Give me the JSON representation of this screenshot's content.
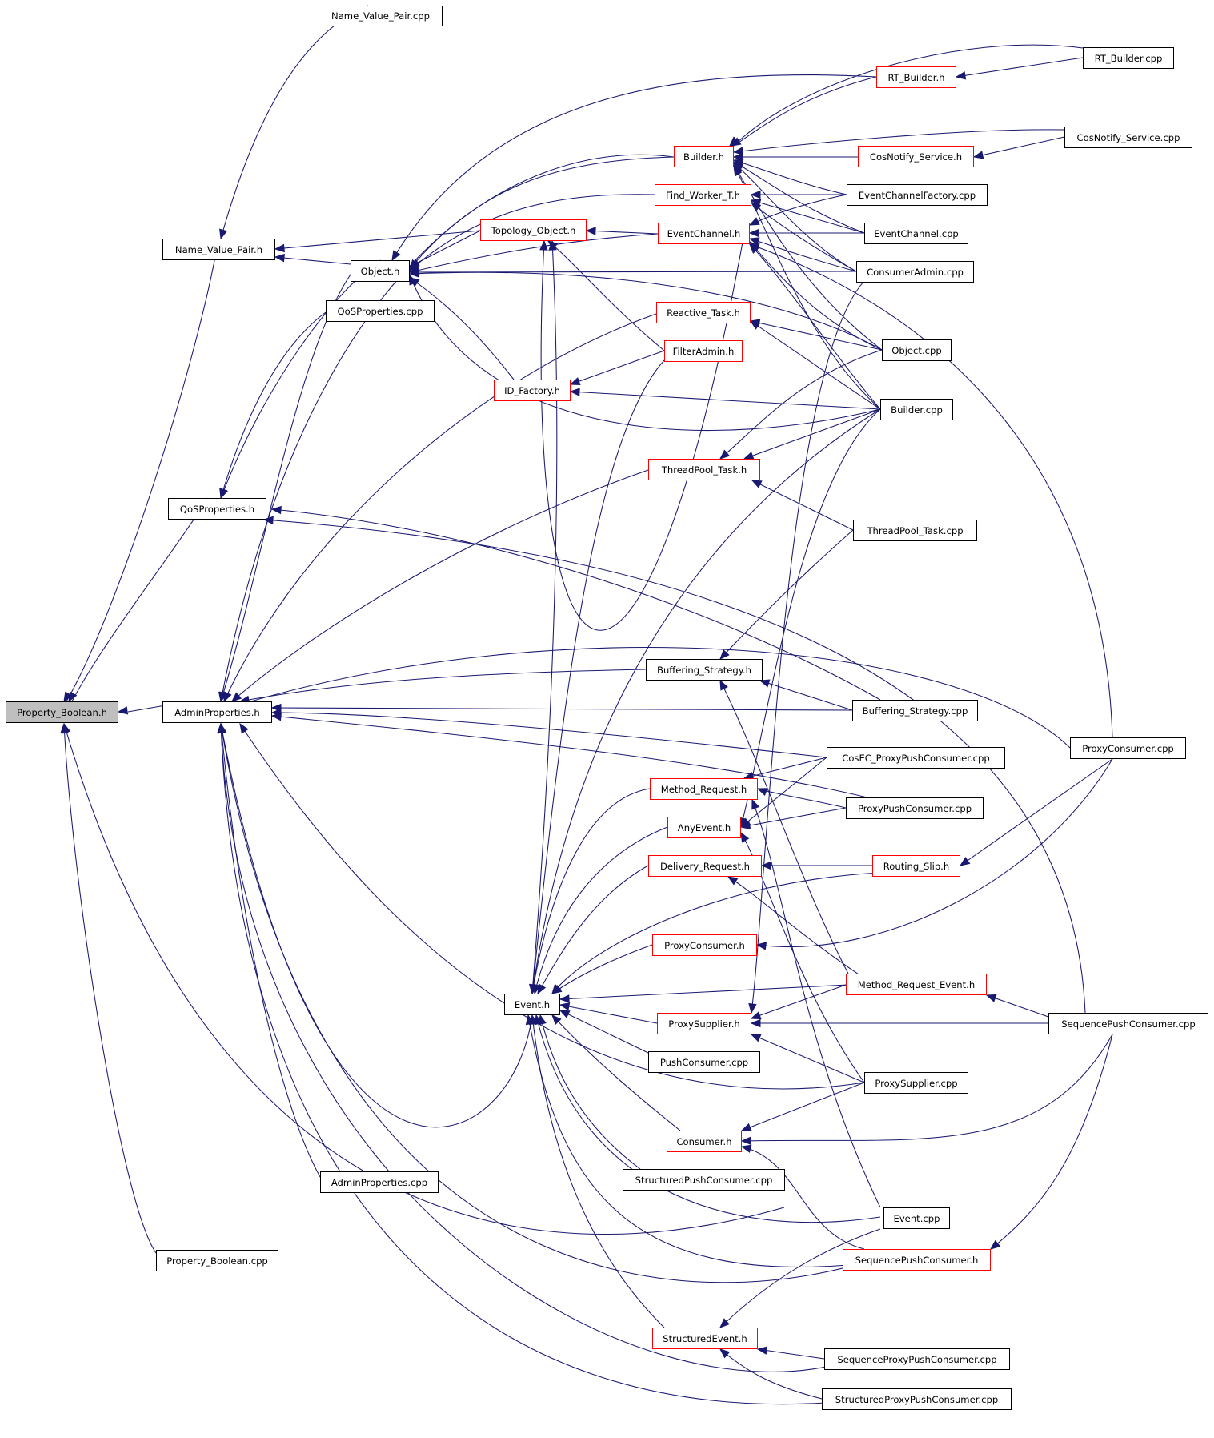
{
  "nodes": {
    "property_boolean_h": "Property_Boolean.h",
    "adminproperties_h": "AdminProperties.h",
    "qosproperties_h": "QoSProperties.h",
    "name_value_pair_h": "Name_Value_Pair.h",
    "name_value_pair_cpp": "Name_Value_Pair.cpp",
    "object_h": "Object.h",
    "qosproperties_cpp": "QoSProperties.cpp",
    "topology_object_h": "Topology_Object.h",
    "id_factory_h": "ID_Factory.h",
    "event_h": "Event.h",
    "adminproperties_cpp": "AdminProperties.cpp",
    "property_boolean_cpp": "Property_Boolean.cpp",
    "rt_builder_h": "RT_Builder.h",
    "builder_h": "Builder.h",
    "cosnotify_service_h": "CosNotify_Service.h",
    "find_worker_t_h": "Find_Worker_T.h",
    "eventchannel_h": "EventChannel.h",
    "reactive_task_h": "Reactive_Task.h",
    "filteradmin_h": "FilterAdmin.h",
    "threadpool_task_h": "ThreadPool_Task.h",
    "buffering_strategy_h": "Buffering_Strategy.h",
    "method_request_h": "Method_Request.h",
    "anyevent_h": "AnyEvent.h",
    "delivery_request_h": "Delivery_Request.h",
    "proxyconsumer_h": "ProxyConsumer.h",
    "proxysupplier_h": "ProxySupplier.h",
    "pushconsumer_cpp": "PushConsumer.cpp",
    "consumer_h": "Consumer.h",
    "structuredpushconsumer_cpp": "StructuredPushConsumer.cpp",
    "structuredevent_h": "StructuredEvent.h",
    "rt_builder_cpp": "RT_Builder.cpp",
    "cosnotify_service_cpp": "CosNotify_Service.cpp",
    "eventchannelfactory_cpp": "EventChannelFactory.cpp",
    "eventchannel_cpp": "EventChannel.cpp",
    "consumeradmin_cpp": "ConsumerAdmin.cpp",
    "object_cpp": "Object.cpp",
    "builder_cpp": "Builder.cpp",
    "threadpool_task_cpp": "ThreadPool_Task.cpp",
    "buffering_strategy_cpp": "Buffering_Strategy.cpp",
    "cosec_proxypushconsumer_cpp": "CosEC_ProxyPushConsumer.cpp",
    "proxypushconsumer_cpp": "ProxyPushConsumer.cpp",
    "routing_slip_h": "Routing_Slip.h",
    "method_request_event_h": "Method_Request_Event.h",
    "proxysupplier_cpp": "ProxySupplier.cpp",
    "event_cpp": "Event.cpp",
    "sequencepushconsumer_h": "SequencePushConsumer.h",
    "sequenceproxypushconsumer_cpp": "SequenceProxyPushConsumer.cpp",
    "structuredproxypushconsumer_cpp": "StructuredProxyPushConsumer.cpp",
    "proxyconsumer_cpp": "ProxyConsumer.cpp",
    "sequencepushconsumer_cpp": "SequencePushConsumer.cpp"
  },
  "colors": {
    "edge": "#191970",
    "included_border": "#ff0000",
    "file_border": "#000000",
    "root_fill": "#bfbfbf"
  }
}
